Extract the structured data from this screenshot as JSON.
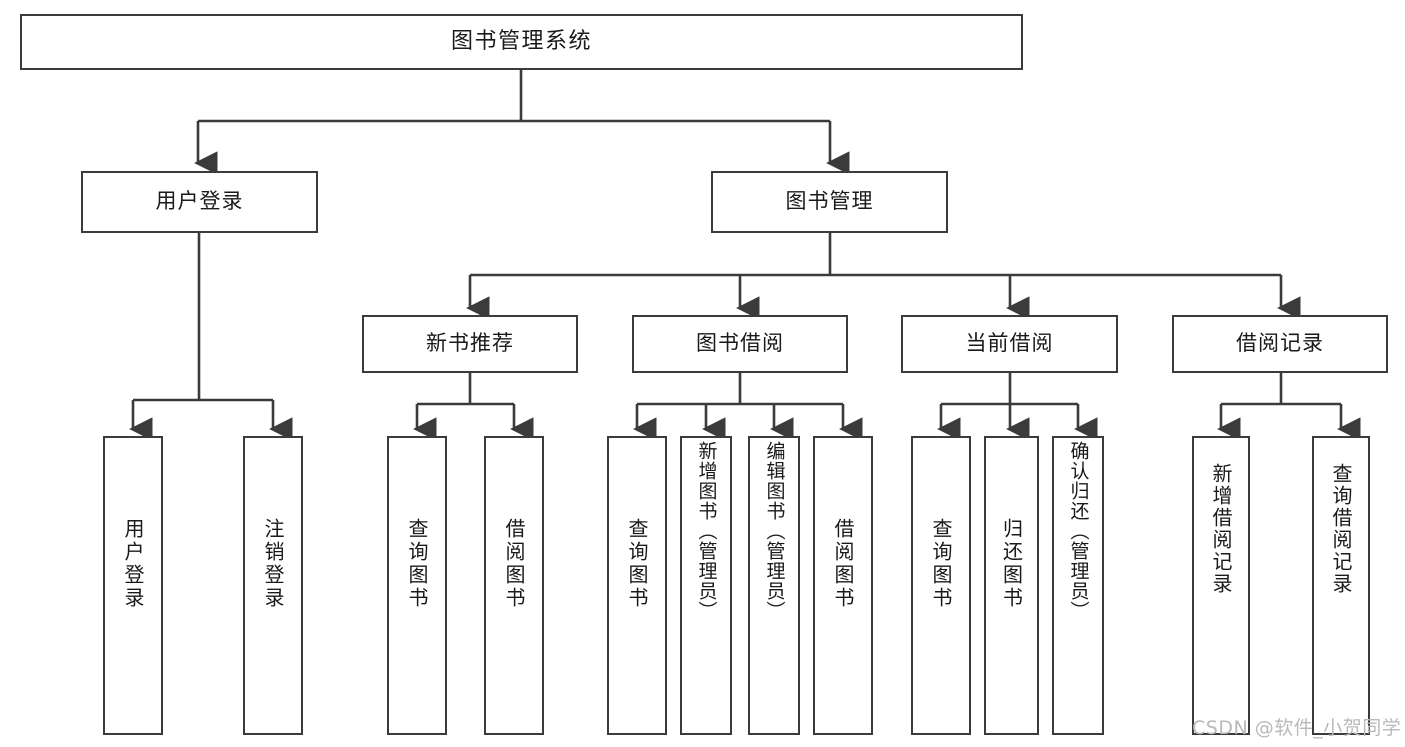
{
  "diagram": {
    "title": "图书管理系统",
    "type": "hierarchy-tree",
    "line_color": "#3b3b3b",
    "box_fill": "#ffffff",
    "text_color": "#1a1a1a"
  },
  "nodes": {
    "root": {
      "label": "图书管理系统"
    },
    "level2": [
      {
        "id": "user-login",
        "label": "用户登录"
      },
      {
        "id": "book-management",
        "label": "图书管理"
      }
    ],
    "level3": [
      {
        "id": "new-book-recommend",
        "label": "新书推荐"
      },
      {
        "id": "book-borrow",
        "label": "图书借阅"
      },
      {
        "id": "current-borrow",
        "label": "当前借阅"
      },
      {
        "id": "borrow-record",
        "label": "借阅记录"
      }
    ],
    "leaves": [
      {
        "id": "leaf-user-login",
        "label": "用户登录",
        "parent": "user-login"
      },
      {
        "id": "leaf-logout-login",
        "label": "注销登录",
        "parent": "user-login"
      },
      {
        "id": "leaf-query-book-1",
        "label": "查询图书",
        "parent": "new-book-recommend"
      },
      {
        "id": "leaf-borrow-book-1",
        "label": "借阅图书",
        "parent": "new-book-recommend"
      },
      {
        "id": "leaf-query-book-2",
        "label": "查询图书",
        "parent": "book-borrow"
      },
      {
        "id": "leaf-add-book",
        "label": "新增图书（管理员）",
        "parent": "book-borrow"
      },
      {
        "id": "leaf-edit-book",
        "label": "编辑图书（管理员）",
        "parent": "book-borrow"
      },
      {
        "id": "leaf-borrow-book-2",
        "label": "借阅图书",
        "parent": "book-borrow"
      },
      {
        "id": "leaf-query-book-3",
        "label": "查询图书",
        "parent": "current-borrow"
      },
      {
        "id": "leaf-return-book",
        "label": "归还图书",
        "parent": "current-borrow"
      },
      {
        "id": "leaf-confirm-return",
        "label": "确认归还（管理员）",
        "parent": "current-borrow"
      },
      {
        "id": "leaf-add-record",
        "label": "新增借阅记录",
        "parent": "borrow-record"
      },
      {
        "id": "leaf-query-record",
        "label": "查询借阅记录",
        "parent": "borrow-record"
      }
    ]
  },
  "watermark": {
    "text": "CSDN @软件_小贺同学"
  }
}
